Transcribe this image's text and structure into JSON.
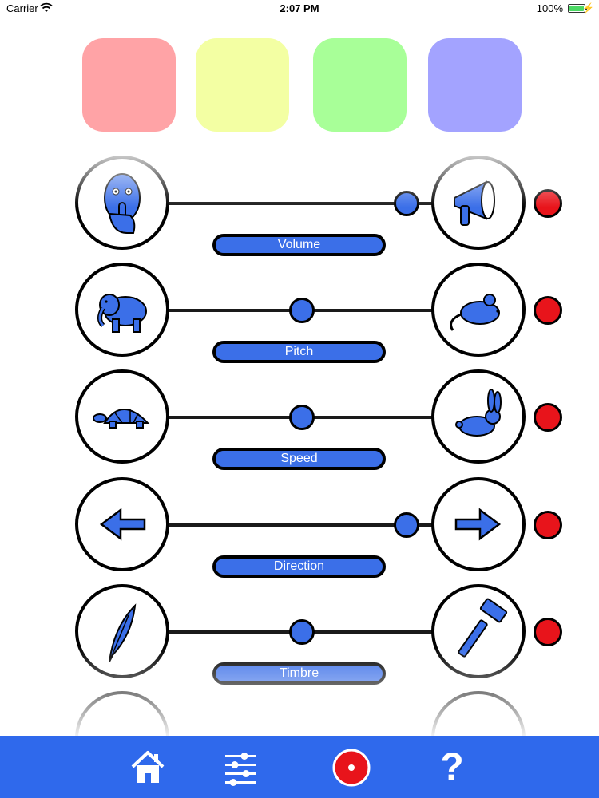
{
  "status_bar": {
    "carrier": "Carrier",
    "time": "2:07 PM",
    "battery": "100%"
  },
  "swatches": [
    {
      "name": "red-swatch",
      "color": "#ffa3a6"
    },
    {
      "name": "yellow-swatch",
      "color": "#f3ffa3"
    },
    {
      "name": "green-swatch",
      "color": "#a8ff98"
    },
    {
      "name": "blue-swatch",
      "color": "#a3a3ff"
    }
  ],
  "controls": [
    {
      "label": "Volume",
      "left_icon": "shush-face-icon",
      "right_icon": "megaphone-icon",
      "value": 0.92
    },
    {
      "label": "Pitch",
      "left_icon": "elephant-icon",
      "right_icon": "mouse-icon",
      "value": 0.5
    },
    {
      "label": "Speed",
      "left_icon": "turtle-icon",
      "right_icon": "rabbit-icon",
      "value": 0.5
    },
    {
      "label": "Direction",
      "left_icon": "arrow-left-icon",
      "right_icon": "arrow-right-icon",
      "value": 0.92
    },
    {
      "label": "Timbre",
      "left_icon": "feather-icon",
      "right_icon": "hammer-icon",
      "value": 0.5
    }
  ],
  "toolbar": {
    "items": [
      "home-icon",
      "sliders-icon",
      "record-icon",
      "help-icon"
    ],
    "help_glyph": "?"
  },
  "colors": {
    "accent": "#3b6fe8",
    "toolbar": "#2f69ec",
    "record_dot": "#e8141b"
  }
}
